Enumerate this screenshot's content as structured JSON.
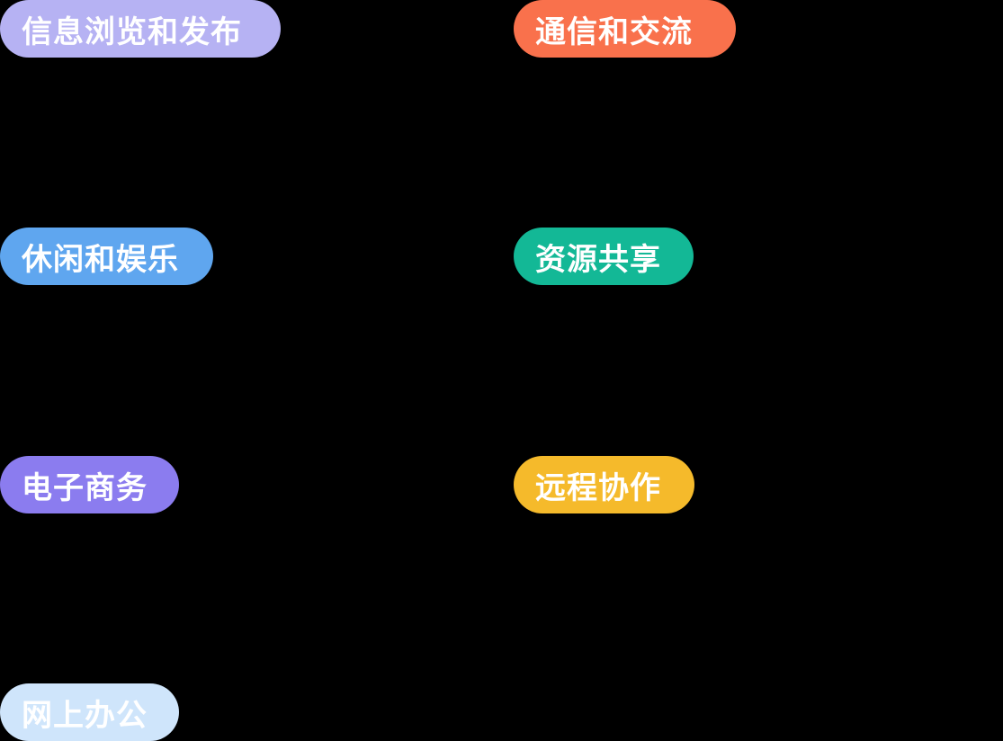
{
  "tags": [
    {
      "label": "信息浏览和发布",
      "color": "#b6b2f3"
    },
    {
      "label": "通信和交流",
      "color": "#f9714c"
    },
    {
      "label": "休闲和娱乐",
      "color": "#5fa6ef"
    },
    {
      "label": "资源共享",
      "color": "#13b896"
    },
    {
      "label": "电子商务",
      "color": "#8b7cef"
    },
    {
      "label": "远程协作",
      "color": "#f5ba2b"
    },
    {
      "label": "网上办公",
      "color": "#cfe5fb"
    }
  ]
}
